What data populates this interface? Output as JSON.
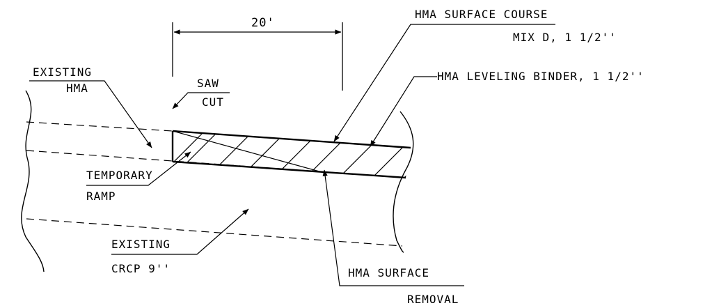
{
  "dimension": {
    "length_label": "20'"
  },
  "labels": {
    "existing_hma": [
      "EXISTING",
      "HMA"
    ],
    "saw_cut": [
      "SAW",
      "CUT"
    ],
    "temporary_ramp": [
      "TEMPORARY",
      "RAMP"
    ],
    "existing_crcp": [
      "EXISTING",
      "CRCP 9''"
    ],
    "hma_surface_course": [
      "HMA SURFACE COURSE",
      "MIX D, 1 1/2''"
    ],
    "hma_leveling_binder": "HMA LEVELING BINDER, 1 1/2''",
    "hma_surface_removal": [
      "HMA SURFACE",
      "REMOVAL"
    ]
  },
  "colors": {
    "line": "#000000",
    "background": "#ffffff"
  }
}
